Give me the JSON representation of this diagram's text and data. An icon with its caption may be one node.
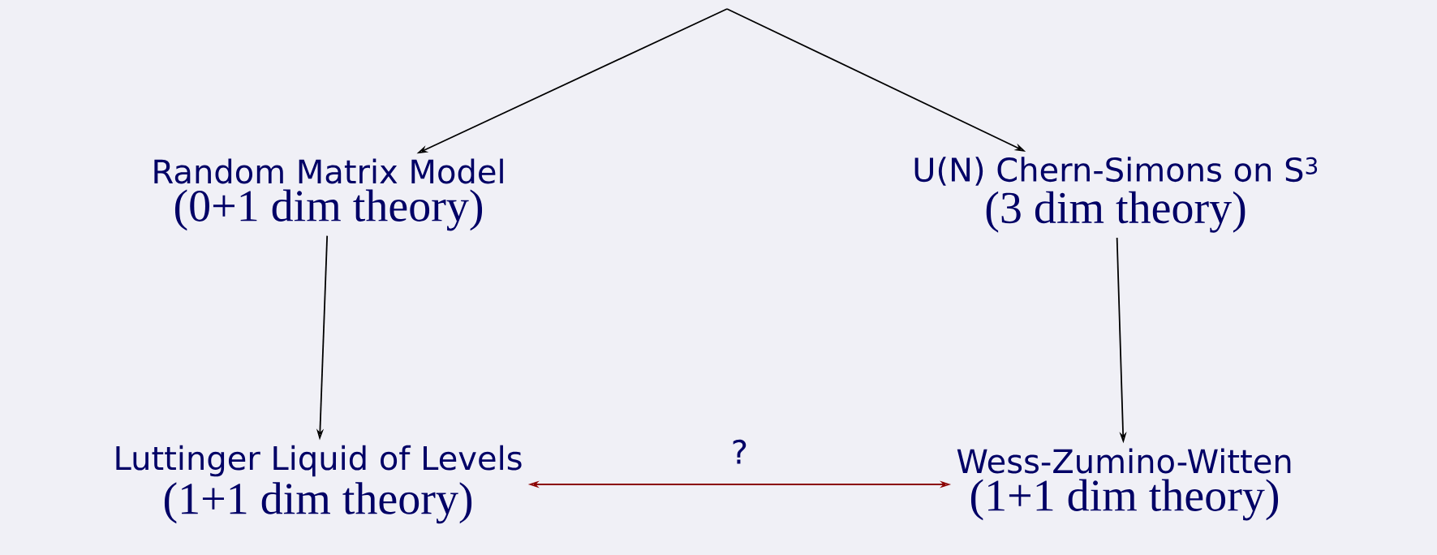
{
  "diagram": {
    "nodes": [
      {
        "text": [
          "Random Matrix Model",
          "(0+1 dim theory)"
        ]
      },
      {
        "text": [
          "U(N) Chern-Simons on S$^{3}$",
          "(3 dim theory)"
        ]
      },
      {
        "text": [
          "Luttinger Liquid of Levels",
          "(1+1 dim theory)"
        ]
      },
      {
        "text": [
          "Wess-Zumino-Witten",
          "(1+1 dim theory)"
        ]
      }
    ],
    "edges": [
      {
        "from": null,
        "to": 0,
        "arrow": "to"
      },
      {
        "from": null,
        "to": 1,
        "arrow": "to"
      },
      {
        "from": 0,
        "to": 2,
        "arrow": "to"
      },
      {
        "from": 1,
        "to": 3,
        "arrow": "to"
      },
      {
        "from": 2,
        "to": 3,
        "arrow": "both",
        "label": "?",
        "color": "#8b0000"
      }
    ]
  }
}
